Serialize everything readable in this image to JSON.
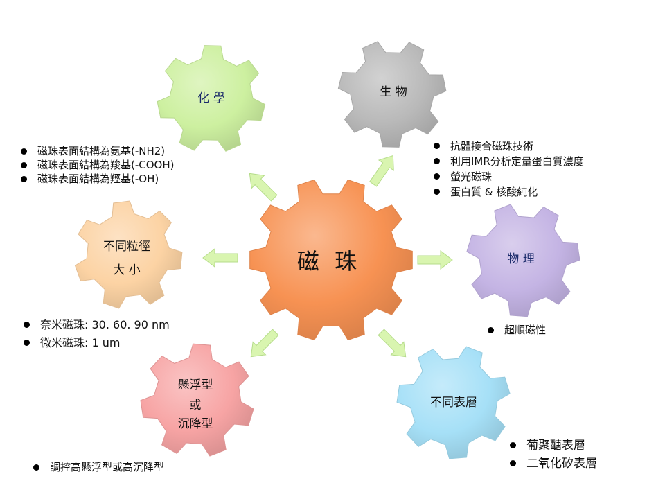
{
  "center": {
    "label": "磁 珠",
    "color": "#f79253"
  },
  "gears": [
    {
      "id": "chemistry",
      "label_lines": [
        "化 學"
      ],
      "color": "#cdf0a0",
      "bullets": [
        "磁珠表面結構為氨基(-NH2)",
        "磁珠表面結構為羧基(-COOH)",
        "磁珠表面結構為羥基(-OH)"
      ]
    },
    {
      "id": "biology",
      "label_lines": [
        "生 物"
      ],
      "color": "#b9b9b9",
      "bullets": [
        "抗體接合磁珠技術",
        "利用IMR分析定量蛋白質濃度",
        "螢光磁珠",
        "蛋白質 & 核酸純化"
      ]
    },
    {
      "id": "size",
      "label_lines": [
        "不同粒徑",
        "大 小"
      ],
      "color": "#fcd3a4",
      "bullets": [
        "奈米磁珠: 30. 60. 90 nm",
        "微米磁珠: 1 um"
      ]
    },
    {
      "id": "physics",
      "label_lines": [
        "物 理"
      ],
      "color": "#c4b4e4",
      "bullets": [
        "超順磁性"
      ]
    },
    {
      "id": "suspension",
      "label_lines": [
        "懸浮型",
        "或",
        "沉降型"
      ],
      "color": "#f7a4a4",
      "bullets": [
        "調控高懸浮型或高沉降型"
      ]
    },
    {
      "id": "surface",
      "label_lines": [
        "不同表層"
      ],
      "color": "#a6e0f7",
      "bullets": [
        "葡聚醣表層",
        "二氧化矽表層"
      ]
    }
  ],
  "arrow_color": "#d9f5b0"
}
